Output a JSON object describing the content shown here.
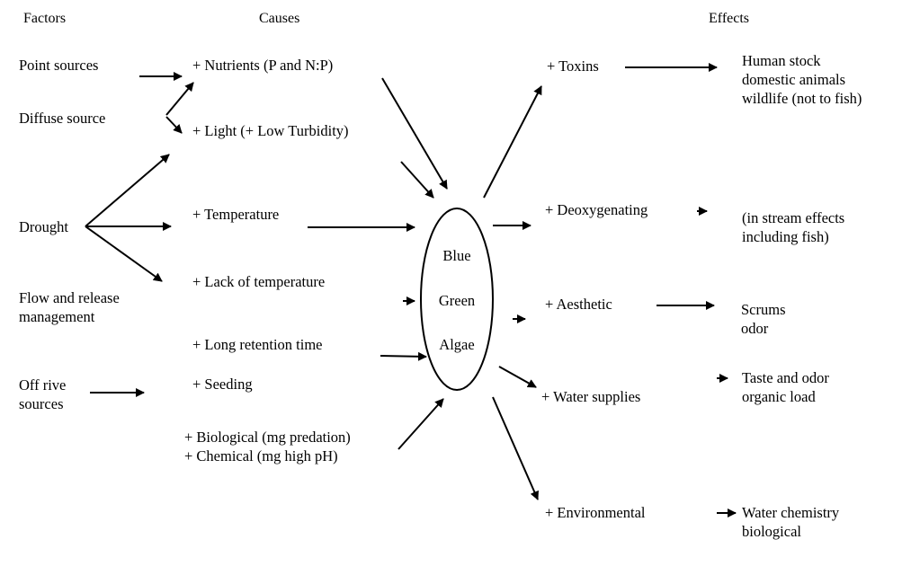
{
  "headers": {
    "factors": "Factors",
    "causes": "Causes",
    "effects": "Effects"
  },
  "factors": {
    "point_sources": "Point sources",
    "diffuse_source": "Diffuse source",
    "drought": "Drought",
    "flow_release": "Flow and release\nmanagement",
    "off_rive": "Off rive\nsources"
  },
  "causes": {
    "nutrients": "+ Nutrients (P and N:P)",
    "light": "+ Light (+ Low Turbidity)",
    "temperature": "+ Temperature",
    "lack_temperature": "+ Lack of temperature",
    "retention": "+ Long retention time",
    "seeding": "+ Seeding",
    "bio_chem": "+ Biological (mg predation)\n+ Chemical (mg high pH)"
  },
  "center": {
    "line1": "Blue",
    "line2": "Green",
    "line3": "Algae"
  },
  "impacts": {
    "toxins": "+ Toxins",
    "deoxygenating": "+ Deoxygenating",
    "aesthetic": "+ Aesthetic",
    "water_supplies": "+ Water supplies",
    "environmental": "+ Environmental"
  },
  "effects": {
    "toxins_effect": "Human stock\ndomestic animals\nwildlife (not to fish)",
    "deoxy_effect": "(in stream effects\nincluding fish)",
    "aesthetic_effect": "Scrums\nodor",
    "water_effect": "Taste and odor\norganic load",
    "env_effect": "Water chemistry\nbiological"
  }
}
